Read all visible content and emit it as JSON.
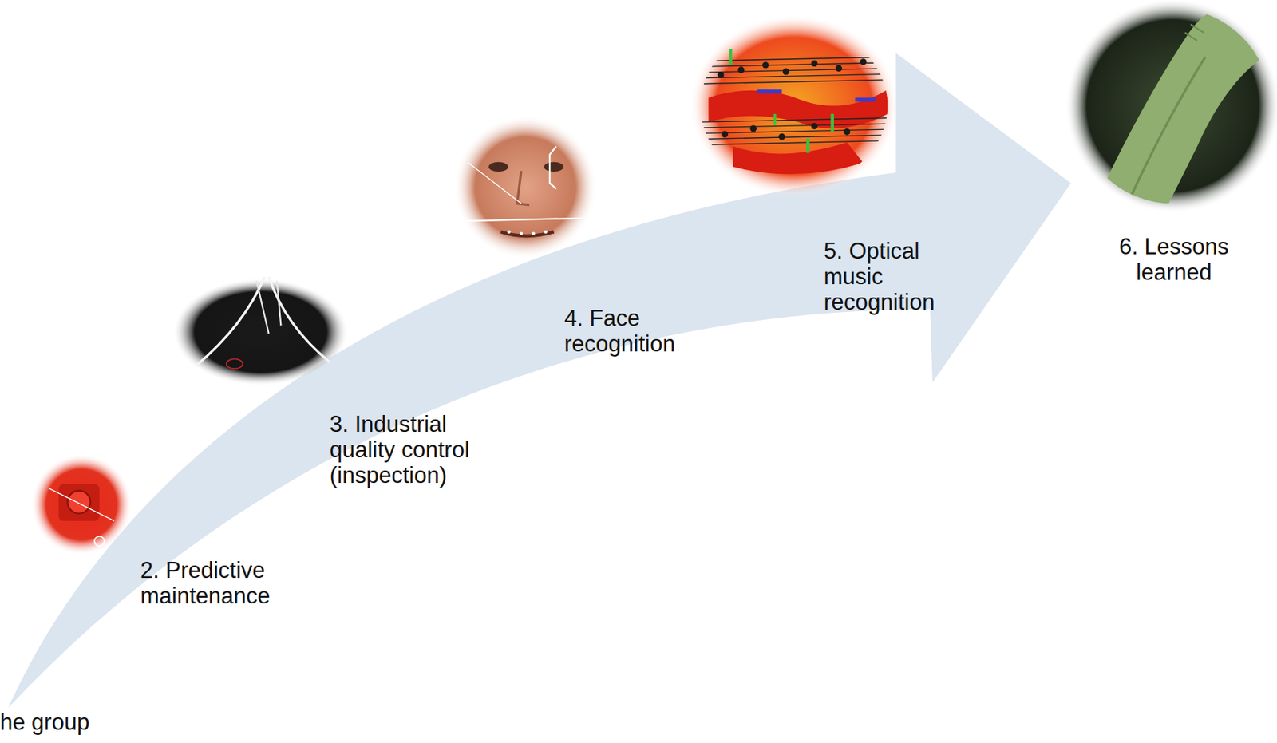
{
  "diagram": {
    "labels": [
      "he group",
      "2. Predictive maintenance",
      "3. Industrial quality control (inspection)",
      "4. Face recognition",
      "5. Optical music recognition",
      "6. Lessons learned"
    ]
  }
}
